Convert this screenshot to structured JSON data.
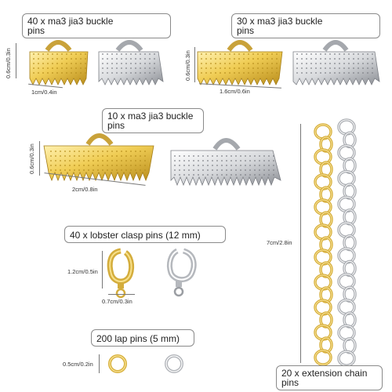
{
  "labels": {
    "crimp40": [
      "40 x ma3 jia3 buckle",
      "pins"
    ],
    "crimp30": [
      "30 x ma3 jia3 buckle",
      "pins"
    ],
    "crimp10": [
      "10 x ma3 jia3 buckle",
      "pins"
    ],
    "lobster": "40 x lobster clasp pins (12 mm)",
    "lap": "200 lap pins (5 mm)",
    "chain": [
      "20 x extension chain",
      "pins"
    ]
  },
  "dimensions": {
    "crimp40_h": "0.6cm/0.3in",
    "crimp40_w": "1cm/0.4in",
    "crimp30_h": "0.6cm/0.3in",
    "crimp30_w": "1.6cm/0.6in",
    "crimp10_h": "0.6cm/0.3in",
    "crimp10_w": "2cm/0.8in",
    "lobster_h": "1.2cm/0.5in",
    "lobster_w": "0.7cm/0.3in",
    "lap_w": "0.5cm/0.2in",
    "chain_len": "7cm/2.8in"
  },
  "colors": {
    "gold": "#e8c24a",
    "silver": "#c9cbcf"
  }
}
